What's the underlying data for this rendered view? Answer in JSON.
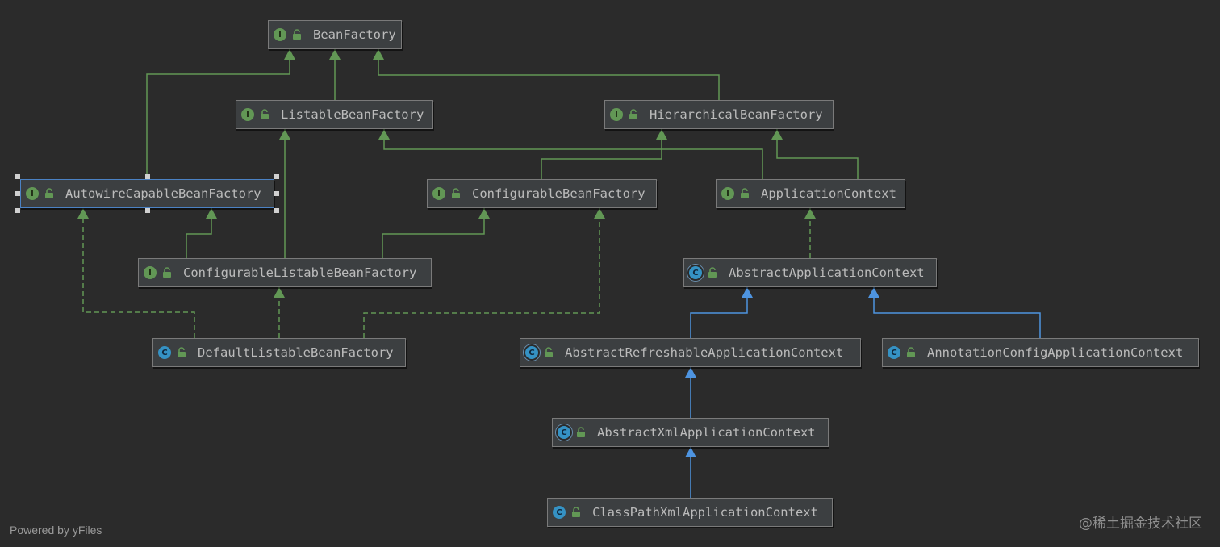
{
  "diagram": {
    "nodes": [
      {
        "id": "BeanFactory",
        "kind": "interface",
        "label": "BeanFactory"
      },
      {
        "id": "ListableBeanFactory",
        "kind": "interface",
        "label": "ListableBeanFactory"
      },
      {
        "id": "HierarchicalBeanFactory",
        "kind": "interface",
        "label": "HierarchicalBeanFactory"
      },
      {
        "id": "AutowireCapableBeanFactory",
        "kind": "interface",
        "label": "AutowireCapableBeanFactory",
        "selected": true
      },
      {
        "id": "ConfigurableBeanFactory",
        "kind": "interface",
        "label": "ConfigurableBeanFactory"
      },
      {
        "id": "ApplicationContext",
        "kind": "interface",
        "label": "ApplicationContext"
      },
      {
        "id": "ConfigurableListableBeanFactory",
        "kind": "interface",
        "label": "ConfigurableListableBeanFactory"
      },
      {
        "id": "AbstractApplicationContext",
        "kind": "abstract",
        "label": "AbstractApplicationContext"
      },
      {
        "id": "DefaultListableBeanFactory",
        "kind": "class",
        "label": "DefaultListableBeanFactory"
      },
      {
        "id": "AbstractRefreshableApplicationContext",
        "kind": "abstract",
        "label": "AbstractRefreshableApplicationContext"
      },
      {
        "id": "AnnotationConfigApplicationContext",
        "kind": "class",
        "label": "AnnotationConfigApplicationContext"
      },
      {
        "id": "AbstractXmlApplicationContext",
        "kind": "abstract",
        "label": "AbstractXmlApplicationContext"
      },
      {
        "id": "ClassPathXmlApplicationContext",
        "kind": "class",
        "label": "ClassPathXmlApplicationContext"
      }
    ],
    "edges": [
      {
        "from": "ListableBeanFactory",
        "to": "BeanFactory",
        "type": "interface-extends"
      },
      {
        "from": "HierarchicalBeanFactory",
        "to": "BeanFactory",
        "type": "interface-extends"
      },
      {
        "from": "AutowireCapableBeanFactory",
        "to": "BeanFactory",
        "type": "interface-extends"
      },
      {
        "from": "ConfigurableBeanFactory",
        "to": "HierarchicalBeanFactory",
        "type": "interface-extends"
      },
      {
        "from": "ApplicationContext",
        "to": "HierarchicalBeanFactory",
        "type": "interface-extends"
      },
      {
        "from": "ApplicationContext",
        "to": "ListableBeanFactory",
        "type": "interface-extends"
      },
      {
        "from": "ConfigurableListableBeanFactory",
        "to": "ListableBeanFactory",
        "type": "interface-extends"
      },
      {
        "from": "ConfigurableListableBeanFactory",
        "to": "AutowireCapableBeanFactory",
        "type": "interface-extends"
      },
      {
        "from": "ConfigurableListableBeanFactory",
        "to": "ConfigurableBeanFactory",
        "type": "interface-extends"
      },
      {
        "from": "DefaultListableBeanFactory",
        "to": "AutowireCapableBeanFactory",
        "type": "implements"
      },
      {
        "from": "DefaultListableBeanFactory",
        "to": "ConfigurableListableBeanFactory",
        "type": "implements"
      },
      {
        "from": "DefaultListableBeanFactory",
        "to": "ConfigurableBeanFactory",
        "type": "implements"
      },
      {
        "from": "AbstractApplicationContext",
        "to": "ApplicationContext",
        "type": "implements"
      },
      {
        "from": "AbstractRefreshableApplicationContext",
        "to": "AbstractApplicationContext",
        "type": "class-extends"
      },
      {
        "from": "AnnotationConfigApplicationContext",
        "to": "AbstractApplicationContext",
        "type": "class-extends"
      },
      {
        "from": "AbstractXmlApplicationContext",
        "to": "AbstractRefreshableApplicationContext",
        "type": "class-extends"
      },
      {
        "from": "ClassPathXmlApplicationContext",
        "to": "AbstractXmlApplicationContext",
        "type": "class-extends"
      }
    ],
    "badges": {
      "interface": "I",
      "class": "C",
      "abstract": "C"
    },
    "icons": {
      "visibility": "unlock-icon"
    },
    "colors": {
      "background": "#2b2b2b",
      "interface_edge": "#629755",
      "class_edge": "#4e94e0",
      "interface_badge": "#629755",
      "class_badge": "#3592c4",
      "selection": "#4b82c4"
    }
  },
  "footer": {
    "powered_by": "Powered by yFiles",
    "watermark": "@稀土掘金技术社区"
  }
}
